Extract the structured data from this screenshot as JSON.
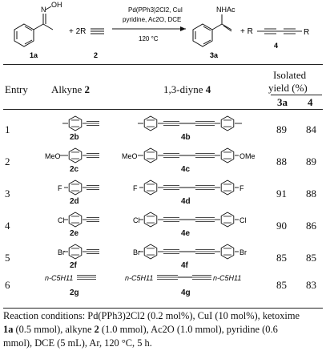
{
  "scheme": {
    "oxime_oh": "OH",
    "oxime_n": "N",
    "coefficient": "+ 2R",
    "conditions_line1": "Pd(PPh3)2Cl2, CuI",
    "conditions_line2": "pyridine, Ac2O, DCE",
    "conditions_temp": "120 °C",
    "product_nhac": "NHAc",
    "plus_r": "+ R",
    "r_end": "R",
    "label_1a": "1a",
    "label_2": "2",
    "label_3a": "3a",
    "label_4": "4"
  },
  "table": {
    "col_entry": "Entry",
    "col_alkyne": "Alkyne",
    "col_alkyne_num": "2",
    "col_diyne": "1,3-diyne",
    "col_diyne_num": "4",
    "col_yield_line1": "Isolated",
    "col_yield_line2": "yield (%)",
    "sub_3a": "3a",
    "sub_4": "4",
    "rows": [
      {
        "entry": "1",
        "alkyne_label": "2b",
        "diyne_label": "4b",
        "y3a": "89",
        "y4": "84",
        "sub": ""
      },
      {
        "entry": "2",
        "alkyne_label": "2c",
        "diyne_label": "4c",
        "y3a": "88",
        "y4": "89",
        "sub": "MeO",
        "sub_right": "OMe"
      },
      {
        "entry": "3",
        "alkyne_label": "2d",
        "diyne_label": "4d",
        "y3a": "91",
        "y4": "88",
        "sub": "F",
        "sub_right": "F"
      },
      {
        "entry": "4",
        "alkyne_label": "2e",
        "diyne_label": "4e",
        "y3a": "90",
        "y4": "86",
        "sub": "Cl",
        "sub_right": "Cl"
      },
      {
        "entry": "5",
        "alkyne_label": "2f",
        "diyne_label": "4f",
        "y3a": "85",
        "y4": "85",
        "sub": "Br",
        "sub_right": "Br"
      },
      {
        "entry": "6",
        "alkyne_label": "2g",
        "diyne_label": "4g",
        "y3a": "85",
        "y4": "83",
        "sub": "n-C5H11",
        "sub_right": "n-C5H11"
      }
    ]
  },
  "footnote": {
    "l1": "Reaction conditions: Pd(PPh3)2Cl2 (0.2 mol%), CuI (10 mol%), ketoxime",
    "l2a": "1a",
    "l2b": " (0.5 mmol), alkyne ",
    "l2c": "2",
    "l2d": " (1.0 mmol), Ac2O (1.0 mmol), pyridine (0.6",
    "l3": "mmol), DCE (5 mL), Ar, 120 °C, 5 h."
  }
}
